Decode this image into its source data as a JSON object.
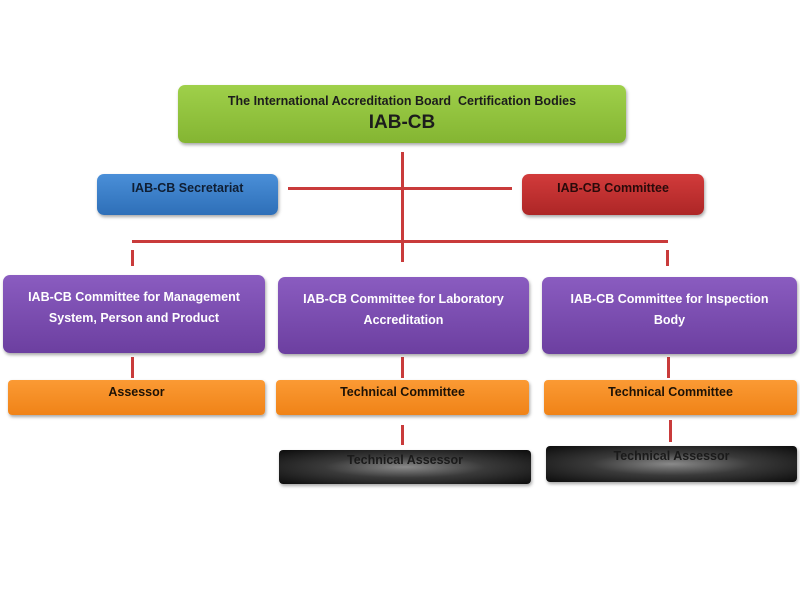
{
  "root": {
    "subtitle": "The International Accreditation Board  Certification Bodies",
    "title": "IAB-CB"
  },
  "secretariat": "IAB-CB Secretariat",
  "committee": "IAB-CB Committee",
  "branches": [
    {
      "committee": "IAB-CB Committee for Management System, Person and Product",
      "sub": "Assessor"
    },
    {
      "committee": "IAB-CB Committee for Laboratory Accreditation",
      "sub": "Technical Committee",
      "leaf": "Technical Assessor"
    },
    {
      "committee": "IAB-CB Committee for Inspection Body",
      "sub": "Technical Committee",
      "leaf": "Technical Assessor"
    }
  ],
  "colors": {
    "root": "#8cc03c",
    "secretariat": "#3a7ec8",
    "committee": "#c03030",
    "branch": "#7a4cb0",
    "sub": "#f68d24",
    "leaf": "#1a1a1a",
    "connector": "#c93b3b"
  }
}
